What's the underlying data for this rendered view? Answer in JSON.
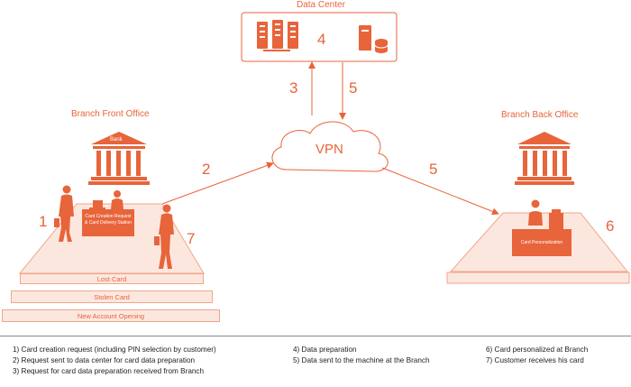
{
  "colors": {
    "accent": "#e8643b",
    "light": "#fce7df",
    "legend_text": "#222222"
  },
  "nodes": {
    "data_center": "Data Center",
    "branch_front_office": "Branch Front Office",
    "branch_back_office": "Branch Back Office",
    "vpn": "VPN",
    "bank_sign": "Bank",
    "front_desk": [
      "Card Creation Request",
      "& Card Delivery Station"
    ],
    "back_desk": "Card Personalization"
  },
  "step_numbers": {
    "s1": "1",
    "s2": "2",
    "s3": "3",
    "s4": "4",
    "s5a": "5",
    "s5b": "5",
    "s6": "6",
    "s7": "7"
  },
  "stairs": [
    "Lost Card",
    "Stolen Card",
    "New Account Opening"
  ],
  "legend": [
    "1)  Card creation request (including PIN selection by customer)",
    "2)  Request sent to data center for card data preparation",
    "3)  Request for card data preparation received from Branch",
    "4)  Data preparation",
    "5)  Data sent to the machine at the Branch",
    "6)  Card personalized at Branch",
    "7)  Customer receives his card"
  ],
  "icons": [
    "server-rack-icon",
    "database-icon",
    "bank-building-icon",
    "person-icon",
    "laptop-icon",
    "cloud-icon",
    "card-printer-icon"
  ]
}
